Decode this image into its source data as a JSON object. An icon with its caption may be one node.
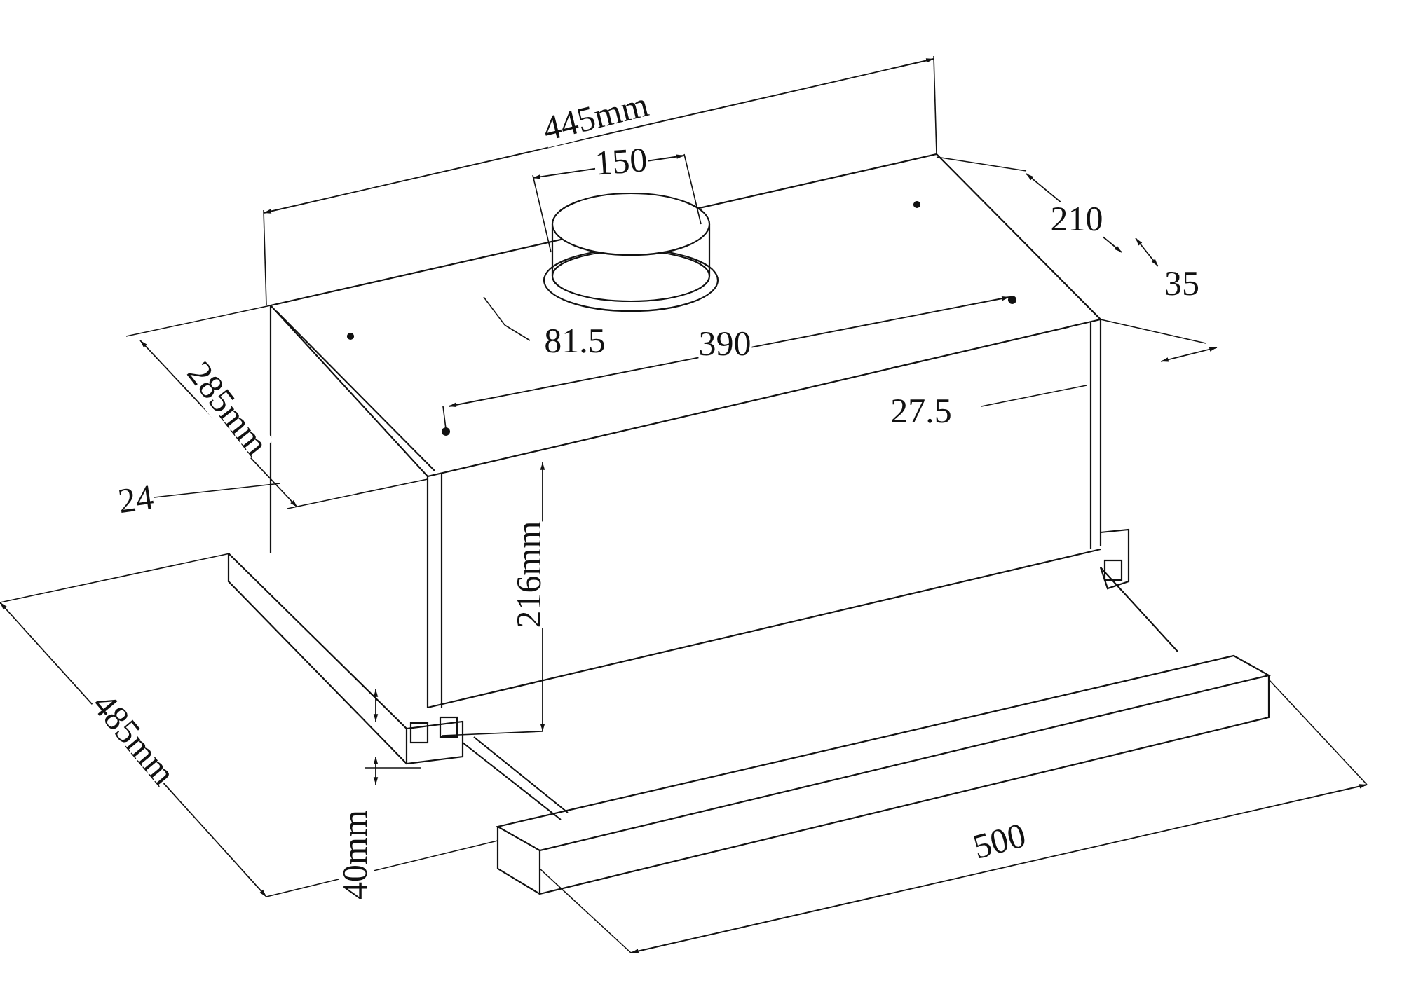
{
  "diagram": {
    "labels": [
      "445mm",
      "150",
      "210",
      "35",
      "81.5",
      "390",
      "285mm",
      "27.5",
      "24",
      "216mm",
      "485mm",
      "40mm",
      "500"
    ]
  }
}
